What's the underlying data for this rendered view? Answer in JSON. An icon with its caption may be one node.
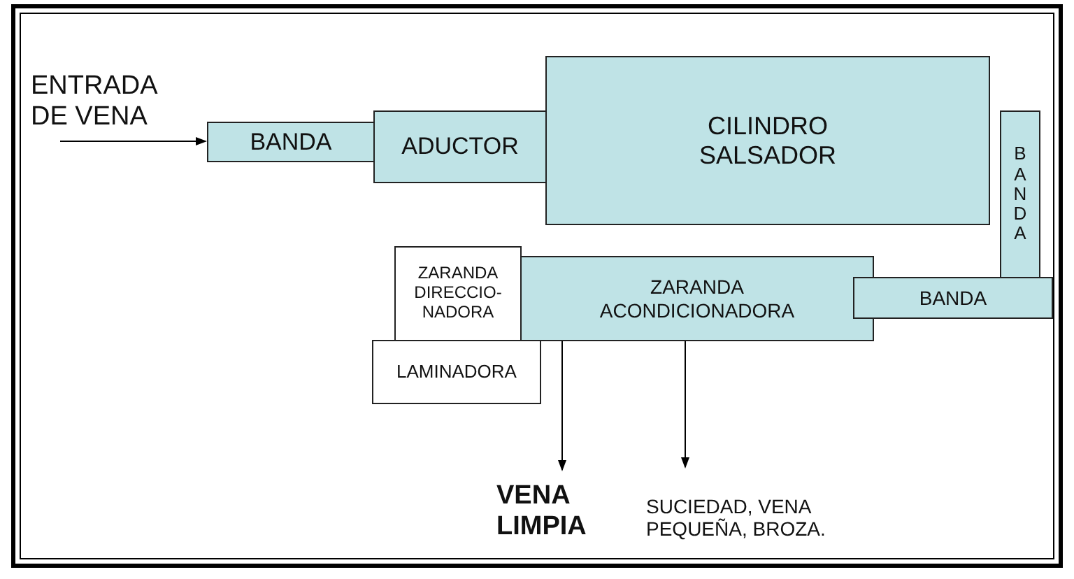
{
  "diagram": {
    "nodes": [
      {
        "text": [
          "ENTRADA DE VENA"
        ]
      },
      {
        "text": [
          "BANDA"
        ]
      },
      {
        "text": [
          "ADUCTOR"
        ]
      },
      {
        "text": [
          "CILINDRO SALSADOR"
        ]
      },
      {
        "text": [
          "BANDA"
        ]
      },
      {
        "text": [
          "ZARANDA DIRECCIO-NADORA"
        ]
      },
      {
        "text": [
          "ZARANDA ACONDICIONADORA"
        ]
      },
      {
        "text": [
          "BANDA"
        ]
      },
      {
        "text": [
          "LAMINADORA"
        ]
      },
      {
        "text": [
          "VENA LIMPIA"
        ]
      },
      {
        "text": [
          "SUCIEDAD, VENA PEQUEÑA, BROZA."
        ]
      }
    ],
    "edges": [
      {
        "from": 0,
        "to": 1,
        "arrow": "to"
      },
      {
        "from": 6,
        "to": 9,
        "arrow": "to"
      },
      {
        "from": 6,
        "to": 10,
        "arrow": "to"
      }
    ]
  }
}
